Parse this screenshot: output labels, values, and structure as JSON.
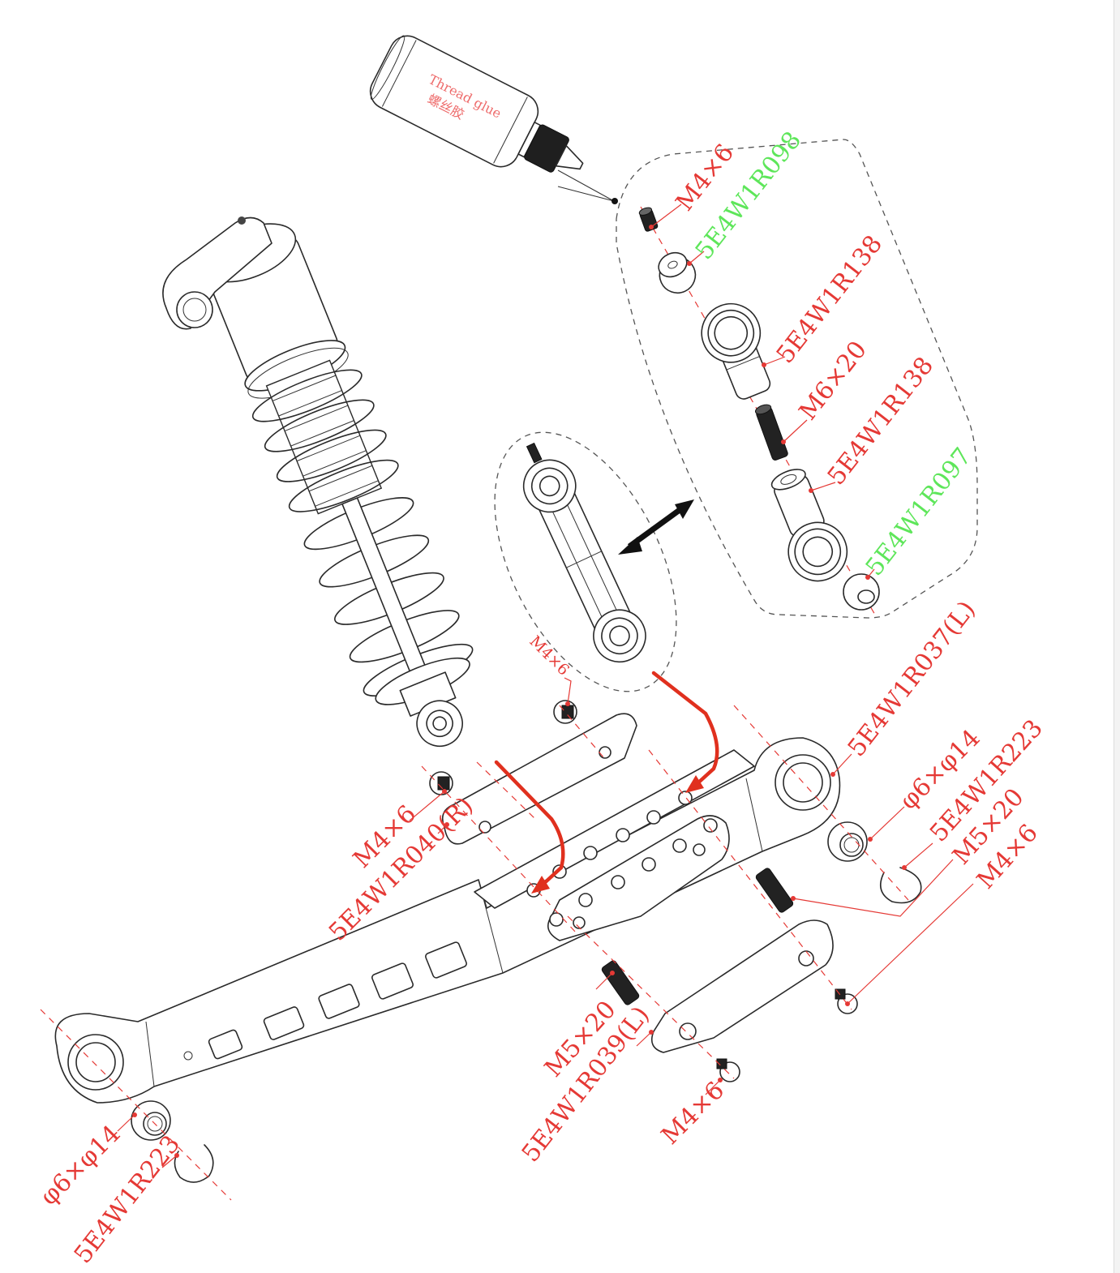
{
  "diagram": {
    "title": "Shock and lever arm exploded assembly",
    "colors": {
      "part_number": "#e53935",
      "highlight_part": "#5ee65a",
      "line_art": "#2a2a2a",
      "flow_arrow": "#e0301e"
    },
    "bottle": {
      "label_en": "Thread glue",
      "label_zh": "螺丝胶"
    },
    "labels": {
      "top_m4x6": "M4×6",
      "pivot_ball": "5E4W1R098",
      "rod_end_upper": "5E4W1R138",
      "turnbuckle": "M6×20",
      "rod_end_lower": "5E4W1R138",
      "ball_lower": "5E4W1R097",
      "link_screw": "M4×6",
      "plate_screw_right": "M4×6",
      "plate_right": "5E4W1R040(R)",
      "arm_left": "5E4W1R037(L)",
      "bearing_right": "φ6×φ14",
      "clip_right": "5E4W1R223",
      "set_screw_right": "M5×20",
      "plate_screw_far": "M4×6",
      "set_screw_left": "M5×20",
      "plate_left": "5E4W1R039(L)",
      "plate_screw_bottom": "M4×6",
      "bearing_left": "φ6×φ14",
      "clip_left": "5E4W1R223"
    },
    "icons": {
      "swap_arrow": "double-headed-arrow-icon",
      "install_arrow": "curved-arrow-icon"
    }
  }
}
